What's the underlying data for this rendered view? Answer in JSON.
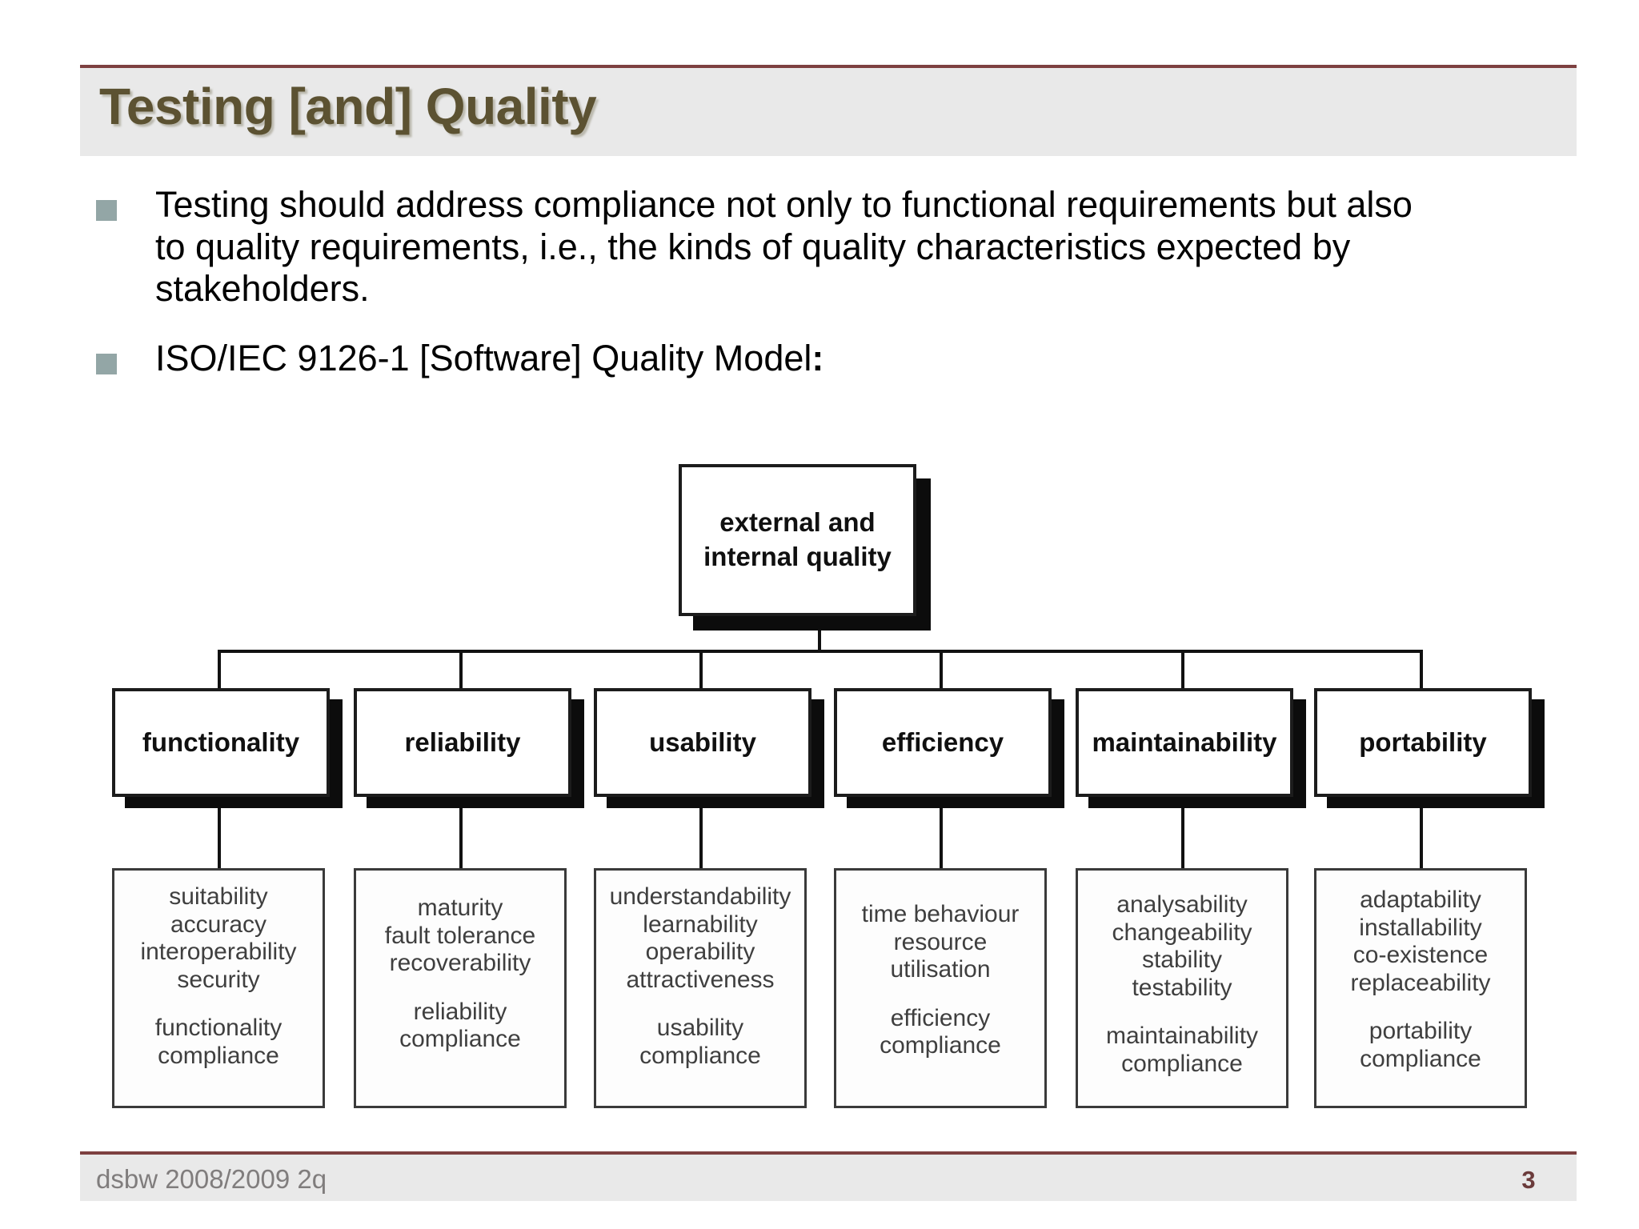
{
  "slide": {
    "title": "Testing [and] Quality",
    "title_color": "#5c5232",
    "accent_color": "#7d4040",
    "band_color": "#e9e9e9",
    "bullet_marker_color": "#93a6a6"
  },
  "bullets": [
    {
      "text": "Testing should address compliance not only to functional requirements but also to quality requirements, i.e., the kinds of quality characteristics expected by stakeholders."
    },
    {
      "text_plain": "ISO/IEC 9126-1 [Software] Quality Model",
      "text_bold_suffix": ":"
    }
  ],
  "diagram": {
    "type": "tree",
    "root": {
      "label": "external and internal quality"
    },
    "categories": [
      {
        "label": "functionality"
      },
      {
        "label": "reliability"
      },
      {
        "label": "usability"
      },
      {
        "label": "efficiency"
      },
      {
        "label": "maintainability"
      },
      {
        "label": "portability"
      }
    ],
    "subcharacteristics": [
      {
        "parent": "functionality",
        "items": "suitability\naccuracy\ninteroperability\nsecurity",
        "compliance": "functionality\ncompliance"
      },
      {
        "parent": "reliability",
        "items": "maturity\nfault tolerance\nrecoverability",
        "compliance": "reliability\ncompliance"
      },
      {
        "parent": "usability",
        "items": "understandability\nlearnability\noperability\nattractiveness",
        "compliance": "usability\ncompliance"
      },
      {
        "parent": "efficiency",
        "items": "time behaviour\nresource\nutilisation",
        "compliance": "efficiency\ncompliance"
      },
      {
        "parent": "maintainability",
        "items": "analysability\nchangeability\nstability\ntestability",
        "compliance": "maintainability\ncompliance"
      },
      {
        "parent": "portability",
        "items": "adaptability\ninstallability\nco-existence\nreplaceability",
        "compliance": "portability\ncompliance"
      }
    ]
  },
  "footer": {
    "text": "dsbw  2008/2009 2q",
    "page_number": "3"
  }
}
